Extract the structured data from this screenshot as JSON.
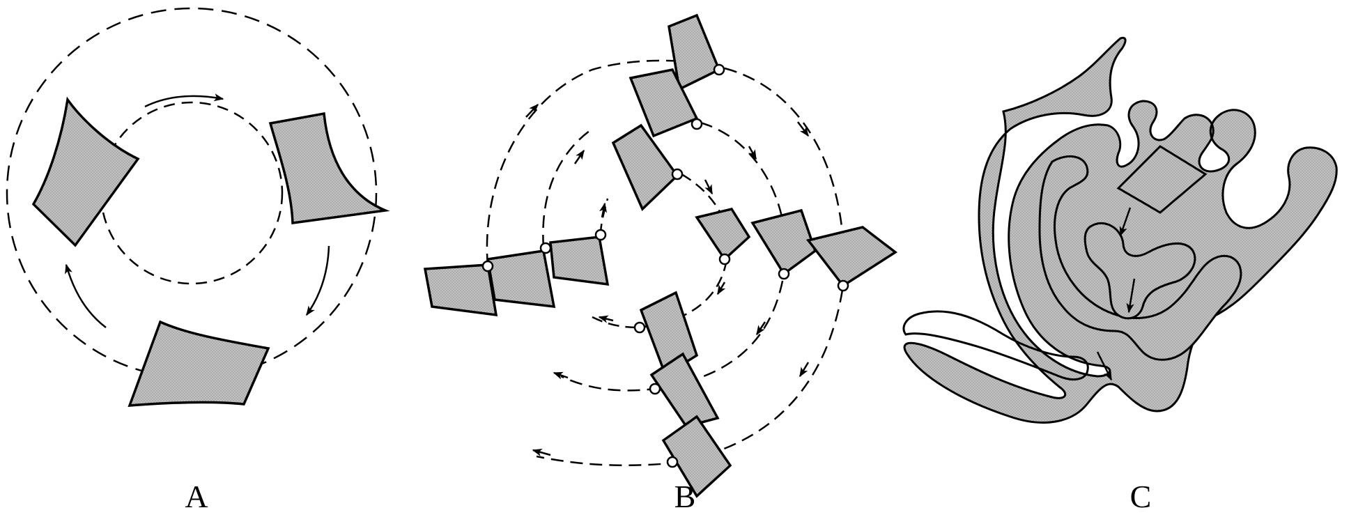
{
  "figure": {
    "panels": [
      {
        "id": "A",
        "label": "A"
      },
      {
        "id": "B",
        "label": "B"
      },
      {
        "id": "C",
        "label": "C"
      }
    ],
    "colors": {
      "ink": "#000000",
      "fill": "#b8b8b8",
      "background": "#ffffff"
    }
  }
}
